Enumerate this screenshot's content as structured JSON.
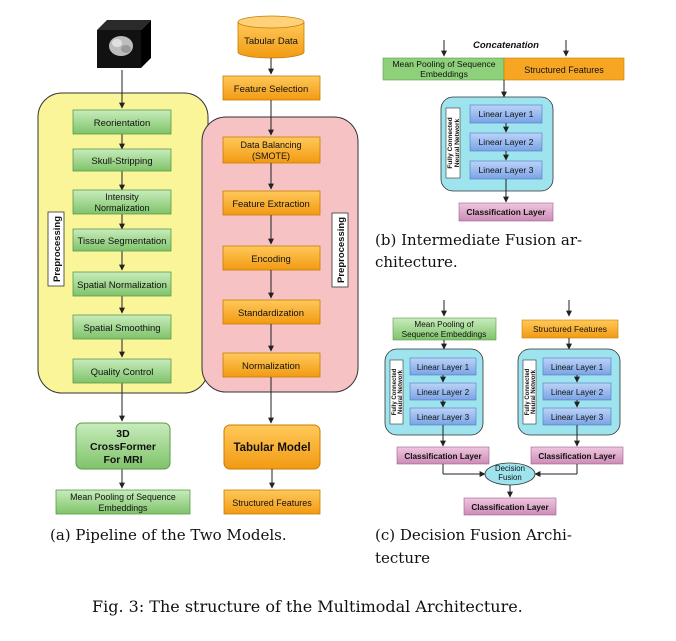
{
  "panel_a": {
    "mri_volume_icon": "3D MRI volume",
    "preprocessing_label": "Preprocessing",
    "mri_steps": [
      "Reorientation",
      "Skull-Stripping",
      "Intensity Normalization",
      "Tissue Segmentation",
      "Spatial Normalization",
      "Spatial Smoothing",
      "Quality Control"
    ],
    "mri_model": "3D CrossFormer For MRI",
    "mri_output": "Mean Pooling of Sequence Embeddings",
    "tabular_input": "Tabular Data",
    "feature_selection": "Feature Selection",
    "tabular_preprocessing_label": "Preprocessing",
    "tabular_steps": [
      "Data Balancing (SMOTE)",
      "Feature Extraction",
      "Encoding",
      "Standardization",
      "Normalization"
    ],
    "tabular_model": "Tabular Model",
    "tabular_output": "Structured Features",
    "caption": "(a) Pipeline of the Two Models."
  },
  "panel_b": {
    "concatenation_label": "Concatenation",
    "left_input": "Mean Pooling of Sequence Embeddings",
    "right_input": "Structured Features",
    "fc_label": "Fully Connected Neural Network",
    "layers": [
      "Linear Layer 1",
      "Linear Layer 2",
      "Linear Layer 3"
    ],
    "classification": "Classification Layer",
    "caption_line1": "(b) Intermediate Fusion ar-",
    "caption_line2": "chitecture."
  },
  "panel_c": {
    "left_input": "Mean Pooling of Sequence Embeddings",
    "right_input": "Structured Features",
    "fc_label": "Fully Connected Neural Network",
    "layers": [
      "Linear Layer 1",
      "Linear Layer 2",
      "Linear Layer 3"
    ],
    "classification": "Classification Layer",
    "decision_fusion": "Decision Fusion",
    "final_classification": "Classification Layer",
    "caption_line1": "(c) Decision Fusion Archi-",
    "caption_line2": "tecture"
  },
  "figure_caption": "Fig. 3: The structure of the Multimodal Architecture.",
  "colors": {
    "green_box": "#8fd07a",
    "orange_box": "#f6a623",
    "yellow_region": "#fbf59a",
    "pink_region": "#f7c2c4",
    "blue_layer": "#8fb4ec",
    "cyan_region": "#9de4ee",
    "magenta_box": "#d9a0c6"
  }
}
